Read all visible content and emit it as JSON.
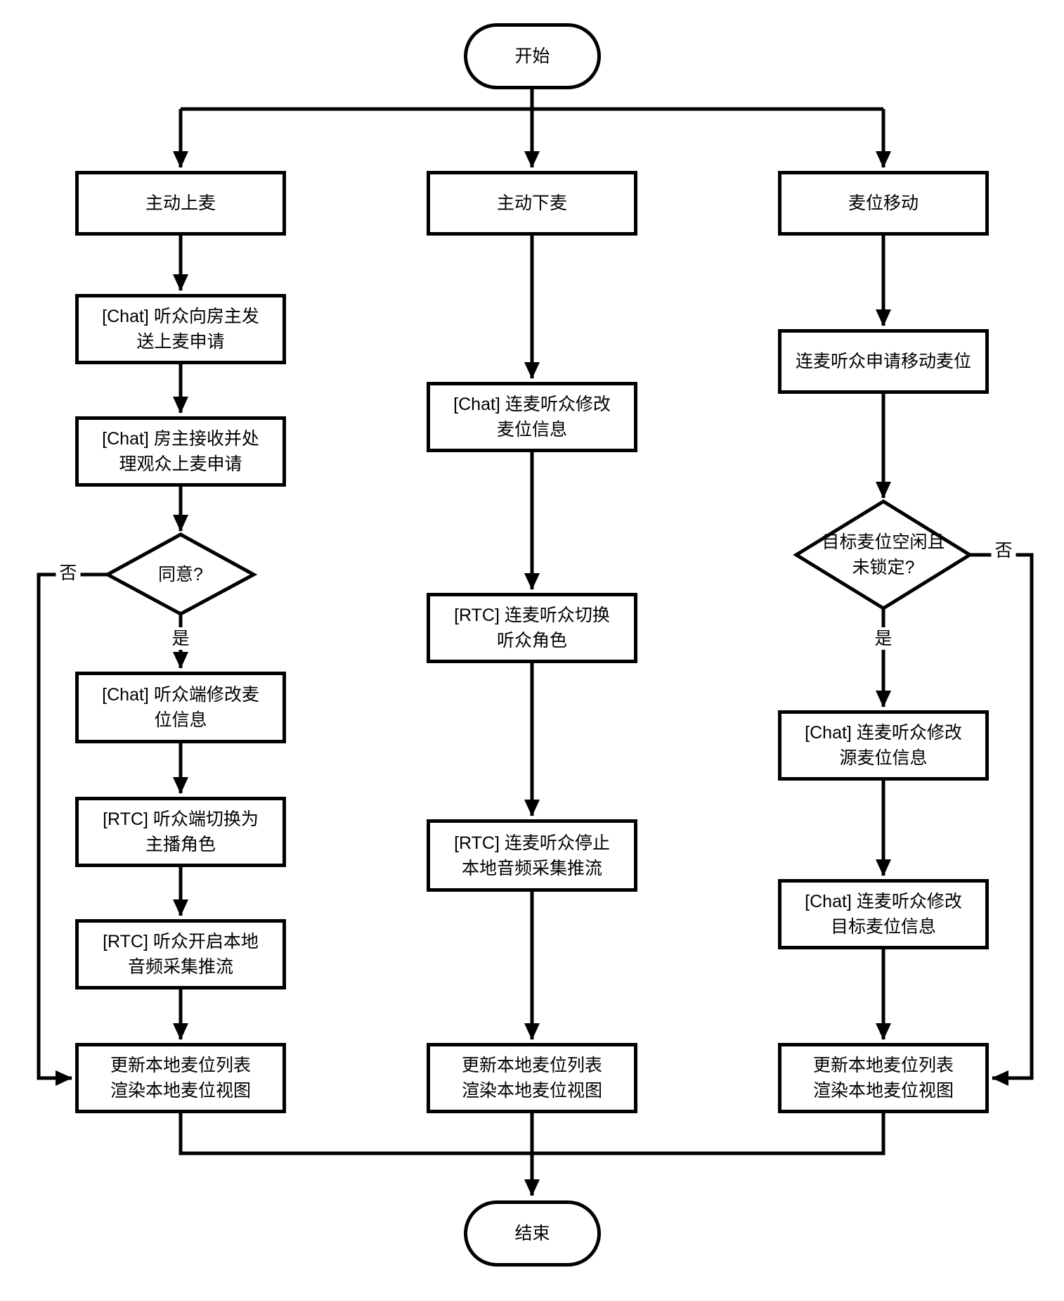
{
  "diagram": {
    "background_color": "#ffffff",
    "line_color": "#000000",
    "text_color": "#000000"
  },
  "start": {
    "label": "开始"
  },
  "end": {
    "label": "结束"
  },
  "branches": [
    {
      "title": "主动上麦",
      "steps": [
        "[Chat] 听众向房主发\n送上麦申请",
        "[Chat] 房主接收并处\n理观众上麦申请"
      ],
      "decision": {
        "label": "同意?",
        "yes": "是",
        "no": "否"
      },
      "steps_after_yes": [
        "[Chat] 听众端修改麦\n位信息",
        "[RTC] 听众端切换为\n主播角色",
        "[RTC] 听众开启本地\n音频采集推流",
        "更新本地麦位列表\n渲染本地麦位视图"
      ]
    },
    {
      "title": "主动下麦",
      "steps": [
        "[Chat] 连麦听众修改\n麦位信息",
        "[RTC] 连麦听众切换\n听众角色",
        "[RTC] 连麦听众停止\n本地音频采集推流",
        "更新本地麦位列表\n渲染本地麦位视图"
      ]
    },
    {
      "title": "麦位移动",
      "steps_before": [
        "连麦听众申请移动麦位"
      ],
      "decision": {
        "label": "目标麦位空闲且\n未锁定?",
        "yes": "是",
        "no": "否"
      },
      "steps_after_yes": [
        "[Chat] 连麦听众修改\n源麦位信息",
        "[Chat] 连麦听众修改\n目标麦位信息",
        "更新本地麦位列表\n渲染本地麦位视图"
      ]
    }
  ]
}
